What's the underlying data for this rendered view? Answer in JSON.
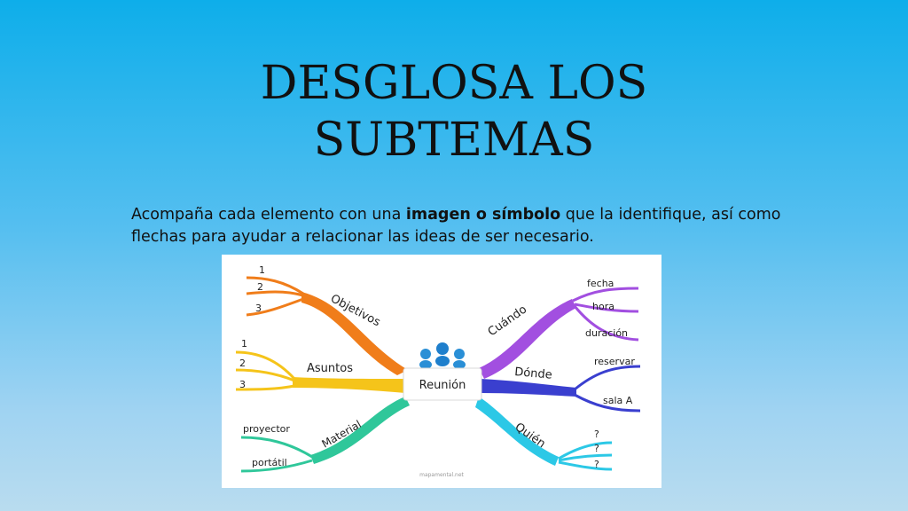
{
  "slide": {
    "title_line1": "DESGLOSA LOS",
    "title_line2": "SUBTEMAS",
    "body_before": "Acompaña cada elemento con una ",
    "body_bold": "imagen o símbolo",
    "body_after": " que la identifique, así como flechas para ayudar a relacionar las ideas de ser necesario."
  },
  "mindmap": {
    "center": "Reunión",
    "branches": {
      "objetivos": {
        "label": "Objetivos",
        "color": "#f07d1a",
        "leaves": [
          "1",
          "2",
          "3"
        ]
      },
      "asuntos": {
        "label": "Asuntos",
        "color": "#f5c41a",
        "leaves": [
          "1",
          "2",
          "3"
        ]
      },
      "material": {
        "label": "Material",
        "color": "#2fc79a",
        "leaves": [
          "proyector",
          "portátil"
        ]
      },
      "cuando": {
        "label": "Cuándo",
        "color": "#a24fe0",
        "leaves": [
          "fecha",
          "hora",
          "duración"
        ]
      },
      "donde": {
        "label": "Dónde",
        "color": "#3a3fcf",
        "leaves": [
          "reservar",
          "sala A"
        ]
      },
      "quien": {
        "label": "Quién",
        "color": "#2cc8e6",
        "leaves": [
          "?",
          "?",
          "?"
        ]
      }
    },
    "watermark": "mapamental.net"
  }
}
